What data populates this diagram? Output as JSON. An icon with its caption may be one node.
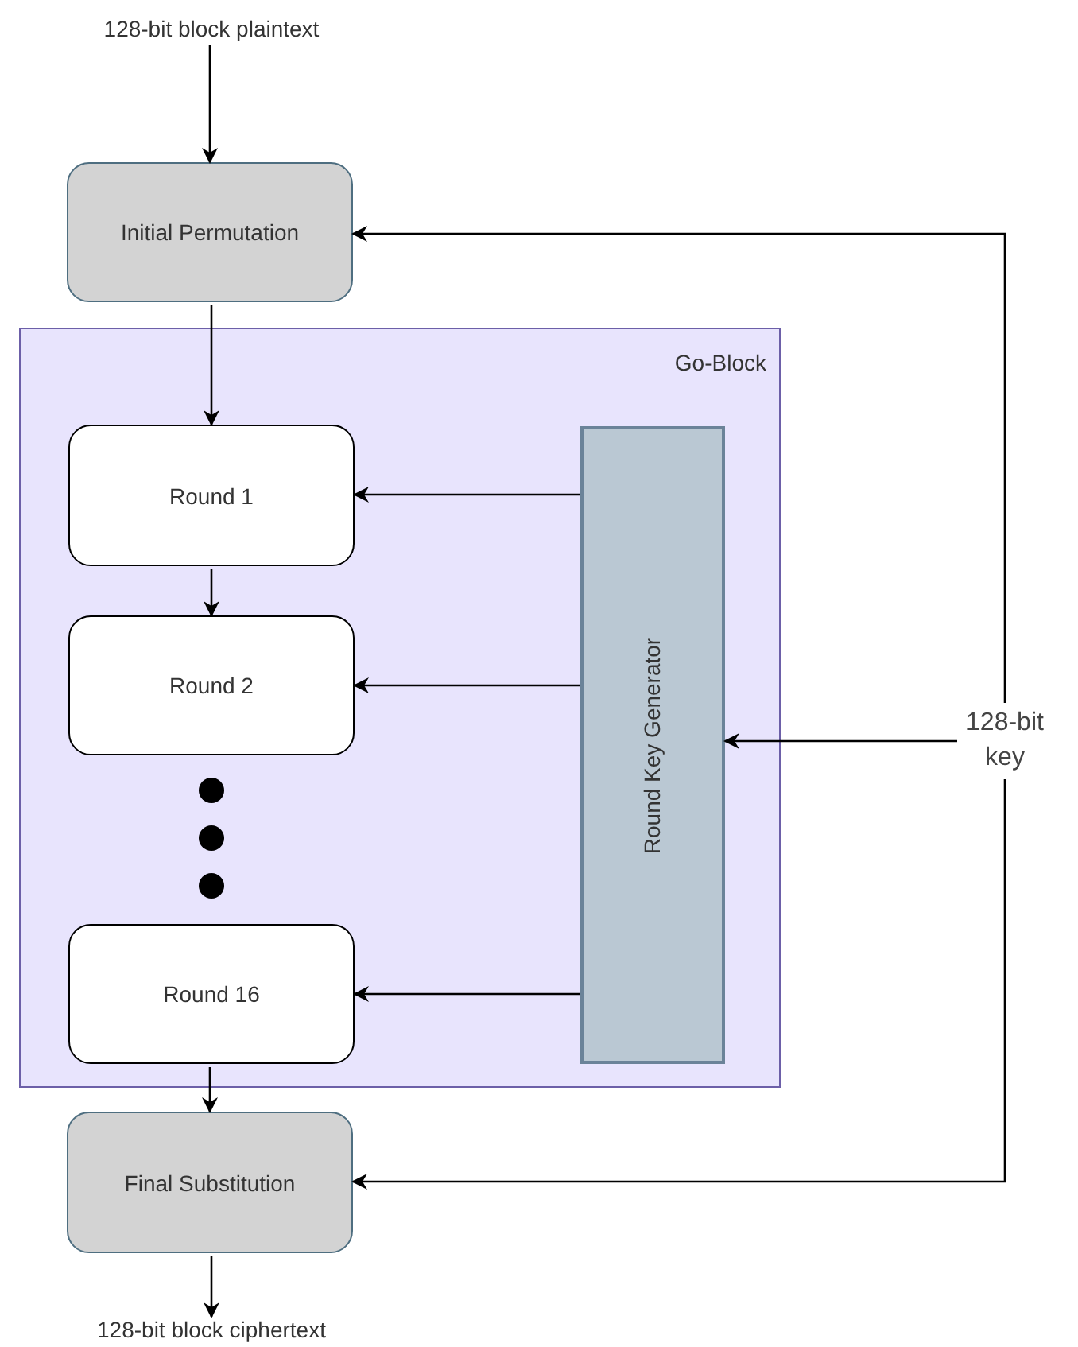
{
  "diagram": {
    "nodes": [
      {
        "text": [
          "128-bit block plaintext"
        ]
      },
      {
        "text": [
          "Initial Permutation"
        ]
      },
      {
        "text": [
          "Go-Block"
        ]
      },
      {
        "text": [
          "Round 1"
        ],
        "in": 2
      },
      {
        "text": [
          "Round 2"
        ],
        "in": 2
      },
      {
        "text": [
          "Round 16"
        ],
        "in": 2
      },
      {
        "text": [
          "Round Key Generator"
        ],
        "in": 2
      },
      {
        "text": [
          "Final Substitution"
        ]
      },
      {
        "text": [
          "128-bit key"
        ]
      },
      {
        "text": [
          "128-bit block ciphertext"
        ]
      }
    ],
    "edges": [
      {
        "from": 0,
        "to": 1,
        "arrow": "to"
      },
      {
        "from": 1,
        "to": 3,
        "arrow": "to"
      },
      {
        "from": 3,
        "to": 4,
        "arrow": "to"
      },
      {
        "from": 5,
        "to": 7,
        "arrow": "to"
      },
      {
        "from": 6,
        "to": 3,
        "arrow": "to"
      },
      {
        "from": 6,
        "to": 4,
        "arrow": "to"
      },
      {
        "from": 6,
        "to": 5,
        "arrow": "to"
      },
      {
        "from": 8,
        "to": 6,
        "arrow": "to"
      },
      {
        "from": 8,
        "to": 1,
        "arrow": "to"
      },
      {
        "from": 8,
        "to": 7,
        "arrow": "to"
      },
      {
        "from": 7,
        "to": 9,
        "arrow": "to"
      }
    ]
  }
}
